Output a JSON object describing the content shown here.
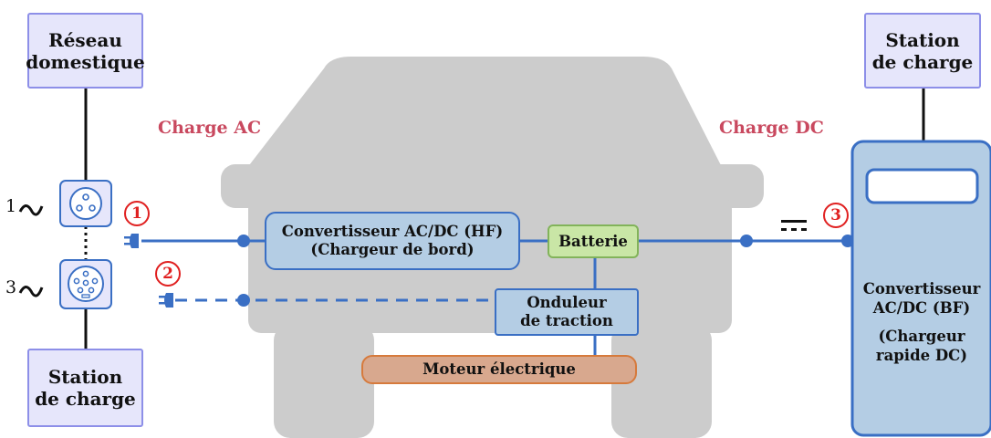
{
  "home_grid": {
    "line1": "Réseau",
    "line2": "domestique"
  },
  "station_left": {
    "line1": "Station",
    "line2": "de charge"
  },
  "station_right": {
    "line1": "Station",
    "line2": "de charge"
  },
  "charge_ac_label": "Charge AC",
  "charge_dc_label": "Charge DC",
  "onboard_converter": {
    "line1": "Convertisseur AC/DC (HF)",
    "line2": "(Chargeur de bord)"
  },
  "battery": "Batterie",
  "inverter": {
    "line1": "Onduleur",
    "line2": "de traction"
  },
  "motor": "Moteur électrique",
  "fast_charger": {
    "line1": "Convertisseur",
    "line2": "AC/DC (BF)",
    "line3": "(Chargeur",
    "line4": "rapide DC)"
  },
  "phase_single": "1",
  "phase_three": "3",
  "markers": {
    "one": "1",
    "two": "2",
    "three": "3"
  },
  "colors": {
    "accent_red": "#c9495f",
    "line_blue": "#3a6fc4",
    "car_gray": "#cccccc"
  }
}
